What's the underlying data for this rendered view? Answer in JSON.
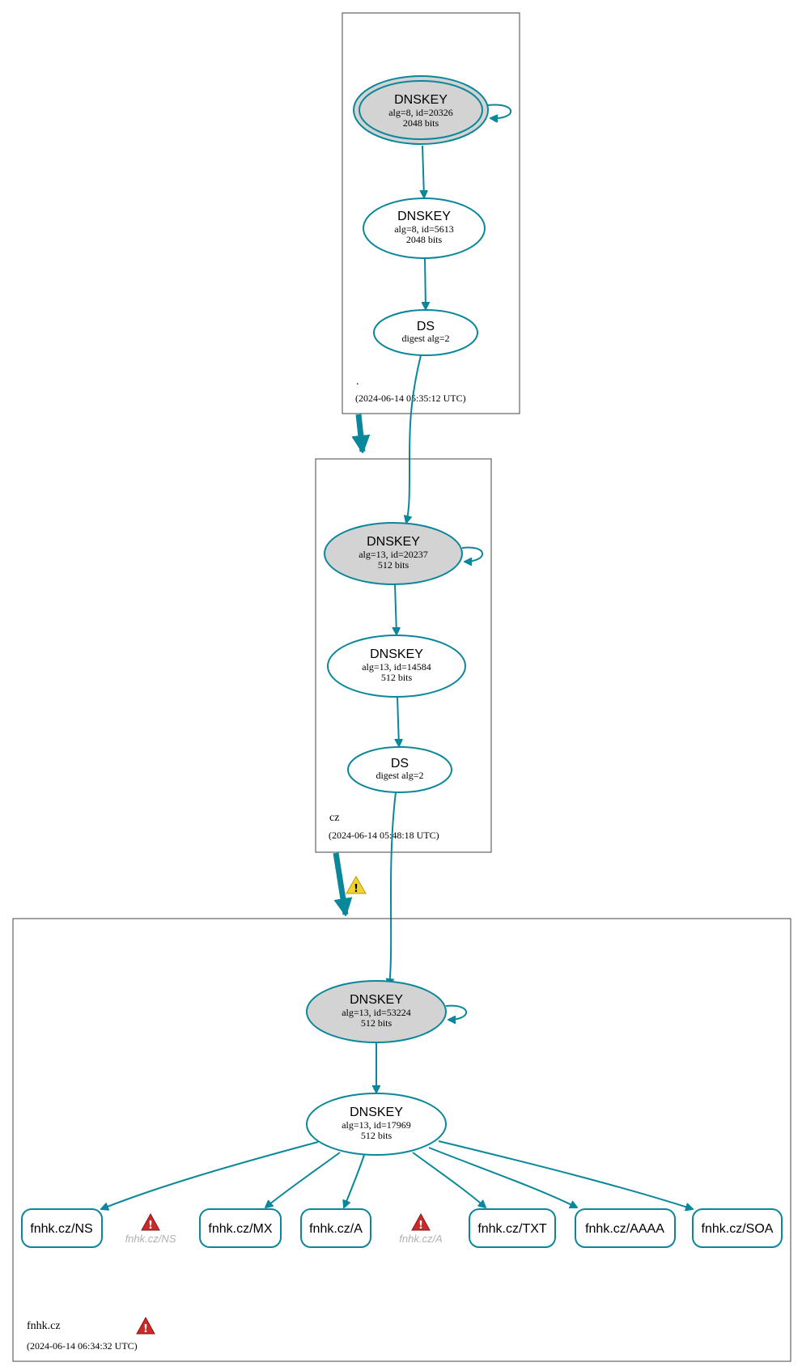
{
  "colors": {
    "edge": "#0a879a",
    "ksk_fill": "#d3d3d3",
    "zone_border": "#444444",
    "warning_error": "#cc2a2a",
    "warning_caution": "#f2d22e"
  },
  "zones": {
    "root": {
      "name": ".",
      "timestamp": "(2024-06-14 05:35:12 UTC)",
      "ksk": {
        "title": "DNSKEY",
        "line1": "alg=8, id=20326",
        "line2": "2048 bits"
      },
      "zsk": {
        "title": "DNSKEY",
        "line1": "alg=8, id=5613",
        "line2": "2048 bits"
      },
      "ds": {
        "title": "DS",
        "line1": "digest alg=2"
      }
    },
    "cz": {
      "name": "cz",
      "timestamp": "(2024-06-14 05:48:18 UTC)",
      "ksk": {
        "title": "DNSKEY",
        "line1": "alg=13, id=20237",
        "line2": "512 bits"
      },
      "zsk": {
        "title": "DNSKEY",
        "line1": "alg=13, id=14584",
        "line2": "512 bits"
      },
      "ds": {
        "title": "DS",
        "line1": "digest alg=2"
      }
    },
    "fnhk": {
      "name": "fnhk.cz",
      "timestamp": "(2024-06-14 06:34:32 UTC)",
      "ksk": {
        "title": "DNSKEY",
        "line1": "alg=13, id=53224",
        "line2": "512 bits"
      },
      "zsk": {
        "title": "DNSKEY",
        "line1": "alg=13, id=17969",
        "line2": "512 bits"
      },
      "records": [
        "fnhk.cz/NS",
        "fnhk.cz/MX",
        "fnhk.cz/A",
        "fnhk.cz/TXT",
        "fnhk.cz/AAAA",
        "fnhk.cz/SOA"
      ],
      "ghost_records": [
        "fnhk.cz/NS",
        "fnhk.cz/A"
      ]
    }
  },
  "icons": {
    "delegation_warning": "warning-icon",
    "record_error": "error-icon"
  }
}
